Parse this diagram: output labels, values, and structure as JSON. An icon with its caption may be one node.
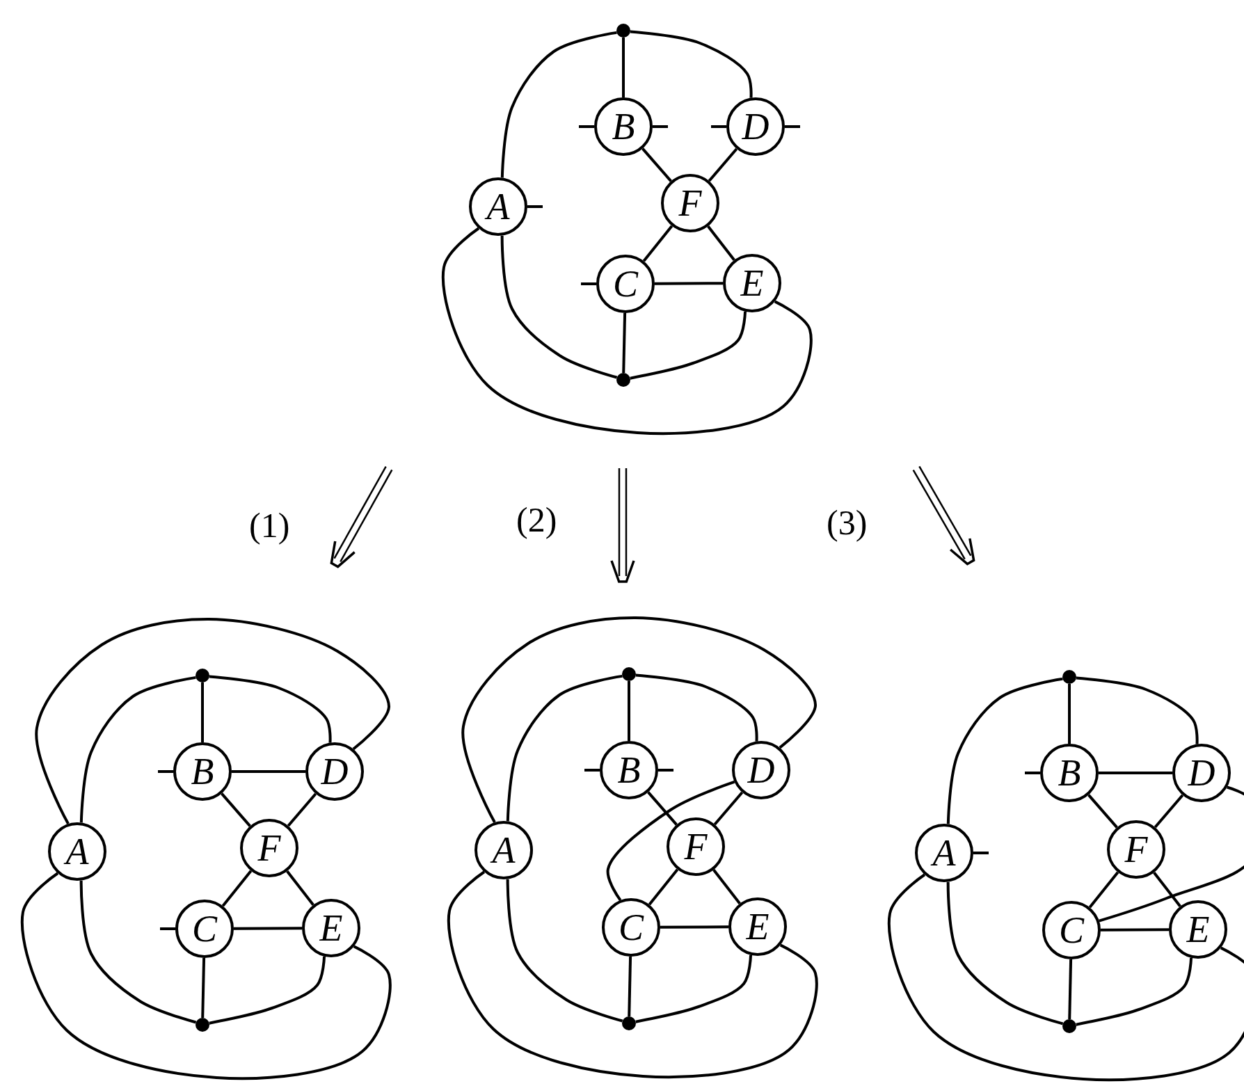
{
  "diagram": {
    "nodes": [
      {
        "text": [],
        "shape": "circle"
      },
      {
        "text": [
          "B"
        ]
      },
      {
        "text": [
          "D"
        ]
      },
      {
        "text": [
          "A"
        ]
      },
      {
        "text": [
          "F"
        ]
      },
      {
        "text": [
          "C"
        ]
      },
      {
        "text": [
          "E"
        ]
      },
      {
        "text": [],
        "shape": "circle"
      },
      {
        "text": [],
        "shape": "circle"
      },
      {
        "text": [
          "B"
        ]
      },
      {
        "text": [
          "D"
        ]
      },
      {
        "text": [
          "A"
        ]
      },
      {
        "text": [
          "F"
        ]
      },
      {
        "text": [
          "C"
        ]
      },
      {
        "text": [
          "E"
        ]
      },
      {
        "text": [],
        "shape": "circle"
      },
      {
        "text": [],
        "shape": "circle"
      },
      {
        "text": [
          "B"
        ]
      },
      {
        "text": [
          "D"
        ]
      },
      {
        "text": [
          "A"
        ]
      },
      {
        "text": [
          "F"
        ]
      },
      {
        "text": [
          "C"
        ]
      },
      {
        "text": [
          "E"
        ]
      },
      {
        "text": [],
        "shape": "circle"
      },
      {
        "text": [],
        "shape": "circle"
      },
      {
        "text": [
          "B"
        ]
      },
      {
        "text": [
          "D"
        ]
      },
      {
        "text": [
          "A"
        ]
      },
      {
        "text": [
          "F"
        ]
      },
      {
        "text": [
          "C"
        ]
      },
      {
        "text": [
          "E"
        ]
      },
      {
        "text": [],
        "shape": "circle"
      }
    ],
    "edges": [
      {
        "from": 0,
        "to": 1,
        "arrow": "none"
      },
      {
        "from": 0,
        "to": 3,
        "arrow": "none"
      },
      {
        "from": 0,
        "to": 2,
        "arrow": "none"
      },
      {
        "from": 1,
        "to": 4,
        "arrow": "none"
      },
      {
        "from": 2,
        "to": 4,
        "arrow": "none"
      },
      {
        "from": 3,
        "to": 7,
        "arrow": "none"
      },
      {
        "from": 3,
        "to": 6,
        "arrow": "none"
      },
      {
        "from": 4,
        "to": 5,
        "arrow": "none"
      },
      {
        "from": 4,
        "to": 6,
        "arrow": "none"
      },
      {
        "from": 5,
        "to": 6,
        "arrow": "none"
      },
      {
        "from": 5,
        "to": 7,
        "arrow": "none"
      },
      {
        "from": 6,
        "to": 7,
        "arrow": "none"
      },
      {
        "from": 1,
        "to": null,
        "arrow": "none"
      },
      {
        "from": 1,
        "to": null,
        "arrow": "none"
      },
      {
        "from": 2,
        "to": null,
        "arrow": "none"
      },
      {
        "from": 2,
        "to": null,
        "arrow": "none"
      },
      {
        "from": 3,
        "to": null,
        "arrow": "none"
      },
      {
        "from": 5,
        "to": null,
        "arrow": "none"
      },
      {
        "from": 8,
        "to": 9,
        "arrow": "none"
      },
      {
        "from": 8,
        "to": 11,
        "arrow": "none"
      },
      {
        "from": 8,
        "to": 10,
        "arrow": "none"
      },
      {
        "from": 9,
        "to": 10,
        "arrow": "none"
      },
      {
        "from": 9,
        "to": 12,
        "arrow": "none"
      },
      {
        "from": 10,
        "to": 12,
        "arrow": "none"
      },
      {
        "from": 11,
        "to": 10,
        "arrow": "none"
      },
      {
        "from": 11,
        "to": 15,
        "arrow": "none"
      },
      {
        "from": 11,
        "to": 14,
        "arrow": "none"
      },
      {
        "from": 12,
        "to": 13,
        "arrow": "none"
      },
      {
        "from": 12,
        "to": 14,
        "arrow": "none"
      },
      {
        "from": 13,
        "to": 14,
        "arrow": "none"
      },
      {
        "from": 13,
        "to": 15,
        "arrow": "none"
      },
      {
        "from": 14,
        "to": 15,
        "arrow": "none"
      },
      {
        "from": 9,
        "to": null,
        "arrow": "none"
      },
      {
        "from": 13,
        "to": null,
        "arrow": "none"
      },
      {
        "from": 16,
        "to": 17,
        "arrow": "none"
      },
      {
        "from": 16,
        "to": 19,
        "arrow": "none"
      },
      {
        "from": 16,
        "to": 18,
        "arrow": "none"
      },
      {
        "from": 17,
        "to": 20,
        "arrow": "none"
      },
      {
        "from": 18,
        "to": 20,
        "arrow": "none"
      },
      {
        "from": 18,
        "to": 21,
        "arrow": "none"
      },
      {
        "from": 19,
        "to": 18,
        "arrow": "none"
      },
      {
        "from": 19,
        "to": 23,
        "arrow": "none"
      },
      {
        "from": 19,
        "to": 22,
        "arrow": "none"
      },
      {
        "from": 20,
        "to": 21,
        "arrow": "none"
      },
      {
        "from": 20,
        "to": 22,
        "arrow": "none"
      },
      {
        "from": 21,
        "to": 22,
        "arrow": "none"
      },
      {
        "from": 21,
        "to": 23,
        "arrow": "none"
      },
      {
        "from": 22,
        "to": 23,
        "arrow": "none"
      },
      {
        "from": 17,
        "to": null,
        "arrow": "none"
      },
      {
        "from": 17,
        "to": null,
        "arrow": "none"
      },
      {
        "from": 24,
        "to": 25,
        "arrow": "none"
      },
      {
        "from": 24,
        "to": 27,
        "arrow": "none"
      },
      {
        "from": 24,
        "to": 26,
        "arrow": "none"
      },
      {
        "from": 25,
        "to": 26,
        "arrow": "none"
      },
      {
        "from": 25,
        "to": 28,
        "arrow": "none"
      },
      {
        "from": 26,
        "to": 28,
        "arrow": "none"
      },
      {
        "from": 26,
        "to": 29,
        "arrow": "none"
      },
      {
        "from": 27,
        "to": 31,
        "arrow": "none"
      },
      {
        "from": 27,
        "to": 30,
        "arrow": "none"
      },
      {
        "from": 28,
        "to": 29,
        "arrow": "none"
      },
      {
        "from": 28,
        "to": 30,
        "arrow": "none"
      },
      {
        "from": 29,
        "to": 30,
        "arrow": "none"
      },
      {
        "from": 29,
        "to": 31,
        "arrow": "none"
      },
      {
        "from": 30,
        "to": 31,
        "arrow": "none"
      },
      {
        "from": 27,
        "to": null,
        "arrow": "none"
      },
      {
        "from": 25,
        "to": null,
        "arrow": "none"
      }
    ],
    "labels": [
      "(1)",
      "(2)",
      "(3)"
    ]
  }
}
